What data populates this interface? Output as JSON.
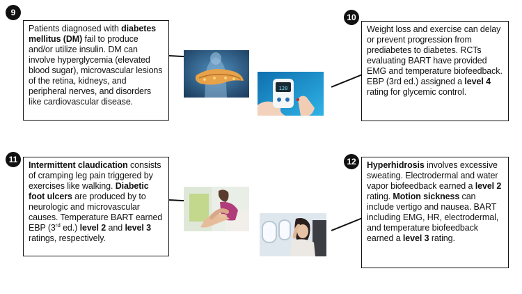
{
  "panels": [
    {
      "number": "9",
      "segments": [
        {
          "text": "Patients diagnosed with ",
          "bold": false
        },
        {
          "text": "diabetes mellitus (DM)",
          "bold": true
        },
        {
          "text": " fail to produce and/or utilize insulin. DM can involve hyperglycemia (elevated blood sugar), microvascular lesions of the retina, kidneys, and peripheral nerves, and disorders like cardiovascular disease.",
          "bold": false
        }
      ]
    },
    {
      "number": "10",
      "segments": [
        {
          "text": "Weight loss and exercise can delay or prevent progression from prediabetes to diabetes. RCTs evaluating BART have provided EMG and temperature biofeedback. EBP (3rd ed.) assigned a ",
          "bold": false
        },
        {
          "text": "level 4",
          "bold": true
        },
        {
          "text": " rating for glycemic control.",
          "bold": false
        }
      ]
    },
    {
      "number": "11",
      "segments": [
        {
          "text": "Intermittent claudication",
          "bold": true
        },
        {
          "text": " consists of cramping leg pain triggered by exercises like walking. ",
          "bold": false
        },
        {
          "text": "Diabetic foot ulcers",
          "bold": true
        },
        {
          "text": " are produced by to neurologic and microvascular causes. Temperature BART earned EBP (3",
          "bold": false
        },
        {
          "text": "rd",
          "bold": false,
          "sup": true
        },
        {
          "text": " ed.) ",
          "bold": false
        },
        {
          "text": "level 2",
          "bold": true
        },
        {
          "text": " and ",
          "bold": false
        },
        {
          "text": "level 3",
          "bold": true
        },
        {
          "text": " ratings, respectively.",
          "bold": false
        }
      ]
    },
    {
      "number": "12",
      "segments": [
        {
          "text": "Hyperhidrosis",
          "bold": true
        },
        {
          "text": " involves excessive sweating. Electrodermal and water vapor biofeedback earned a ",
          "bold": false
        },
        {
          "text": "level 2",
          "bold": true
        },
        {
          "text": " rating. ",
          "bold": false
        },
        {
          "text": "Motion sickness",
          "bold": true
        },
        {
          "text": " can include vertigo and nausea. BART including EMG, HR, electrodermal, and temperature biofeedback earned a ",
          "bold": false
        },
        {
          "text": "level 3",
          "bold": true
        },
        {
          "text": " rating.",
          "bold": false
        }
      ]
    }
  ],
  "glucometer_reading": "120",
  "colors": {
    "badge": "#111111",
    "anatomy_bg": "#2b5f8a",
    "meter_bg": "#1e8fc7"
  }
}
